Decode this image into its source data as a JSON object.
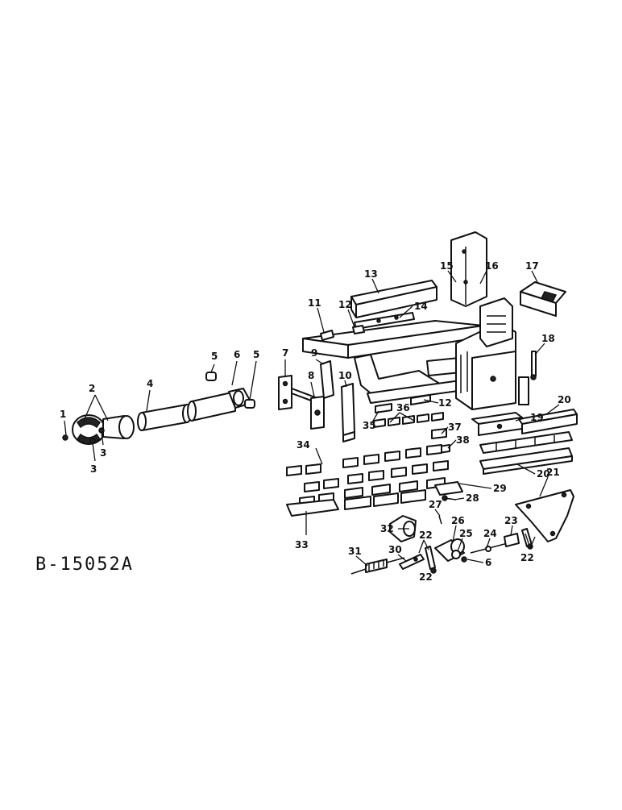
{
  "drawing_id": "B-15052A",
  "callouts": [
    "1",
    "2",
    "3",
    "3",
    "4",
    "5",
    "6",
    "5",
    "7",
    "8",
    "9",
    "10",
    "11",
    "12",
    "13",
    "14",
    "15",
    "16",
    "17",
    "18",
    "12",
    "35",
    "36",
    "37",
    "38",
    "19",
    "20",
    "20",
    "21",
    "34",
    "29",
    "28",
    "27",
    "26",
    "25",
    "24",
    "23",
    "22",
    "22",
    "6",
    "32",
    "33",
    "31",
    "30",
    "22"
  ]
}
